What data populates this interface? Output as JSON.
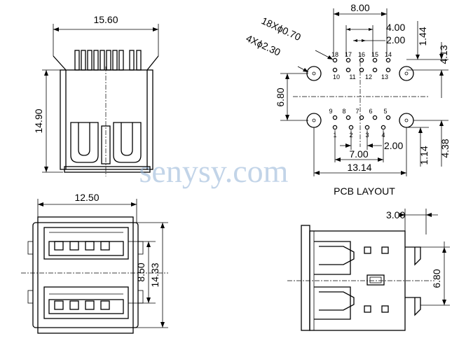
{
  "front_view": {
    "width_label": "15.60",
    "height_label": "14.90"
  },
  "pcb_layout": {
    "title": "PCB LAYOUT",
    "pin_hole_label": "18Xϕ0.70",
    "mount_hole_label": "4Xϕ2.30",
    "dims": {
      "top_span": "8.00",
      "inner_span_1": "4.00",
      "inner_span_2": "2.00",
      "row_offset_top": "1.44",
      "top_group_height": "4.13",
      "center_height": "6.80",
      "bottom_pitch": "2.00",
      "bottom_span": "7.00",
      "overall_span": "13.14",
      "row_offset_bottom": "1.14",
      "bottom_group_height": "4.38"
    },
    "top_row_pins": [
      "18",
      "17",
      "16",
      "15",
      "14"
    ],
    "second_row_pins": [
      "10",
      "11",
      "12",
      "13"
    ],
    "third_row_pins": [
      "9",
      "8",
      "7",
      "6",
      "5"
    ],
    "bottom_row_pins": [
      "1",
      "2",
      "3",
      "4"
    ]
  },
  "bottom_view": {
    "width_label": "12.50",
    "inner_height_label": "8.50",
    "outer_height_label": "14.33"
  },
  "side_view": {
    "top_label": "3.00",
    "height_label": "6.80"
  },
  "watermark": "senysy.com"
}
